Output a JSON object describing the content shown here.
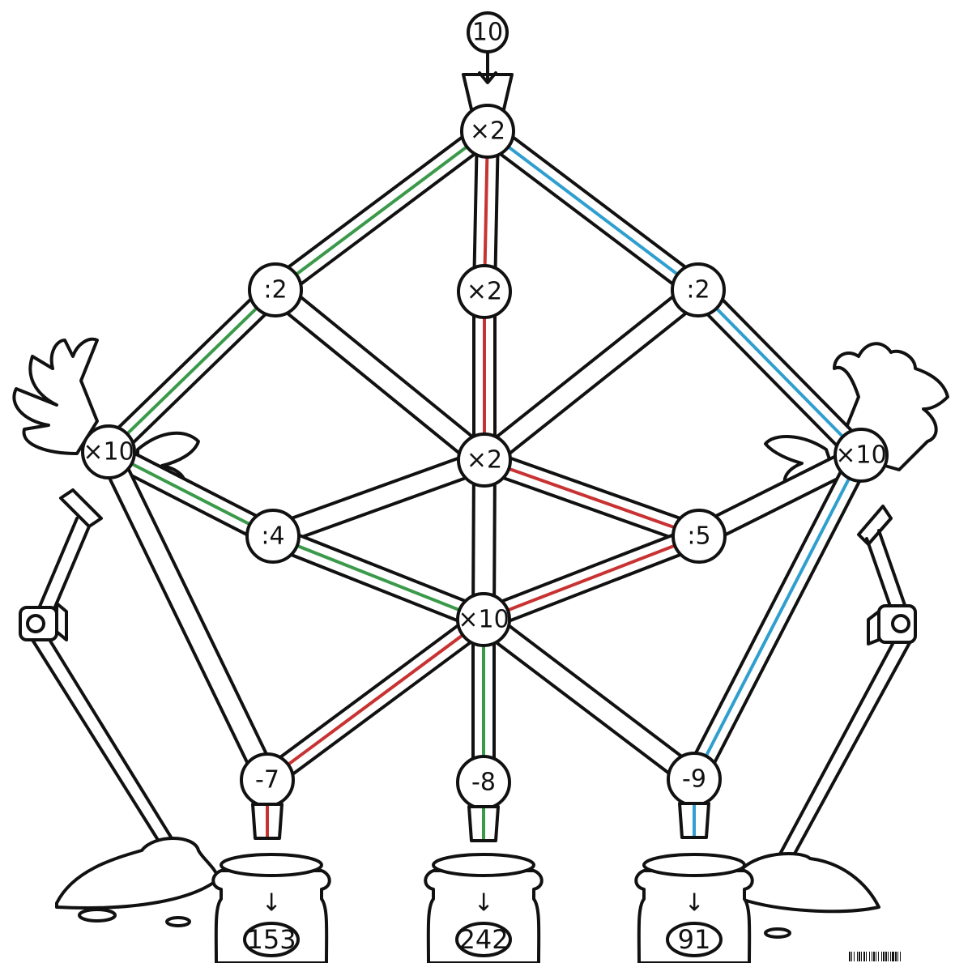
{
  "input": "10",
  "nodes": {
    "top": "×2",
    "left_upper": ":2",
    "center_upper": "×2",
    "right_upper": ":2",
    "left_hand": "×10",
    "center": "×2",
    "right_hand": "×10",
    "left_mid": ":4",
    "right_mid": ":5",
    "center_lower": "×10",
    "bottom_left": "-7",
    "bottom_center": "-8",
    "bottom_right": "-9"
  },
  "jars": {
    "left": "153",
    "center": "242",
    "right": "91"
  },
  "jar_arrow": "↓",
  "paths": {
    "green": [
      "top",
      "left_upper",
      "left_hand",
      "left_mid",
      "center_lower",
      "bottom_center"
    ],
    "red": [
      "top",
      "center_upper",
      "center",
      "right_mid",
      "center_lower",
      "bottom_left"
    ],
    "blue": [
      "top",
      "right_upper",
      "right_hand",
      "bottom_right"
    ]
  },
  "colors": {
    "green": "#3a9a4a",
    "red": "#c83232",
    "blue": "#2f9fd0",
    "ink": "#111111"
  }
}
